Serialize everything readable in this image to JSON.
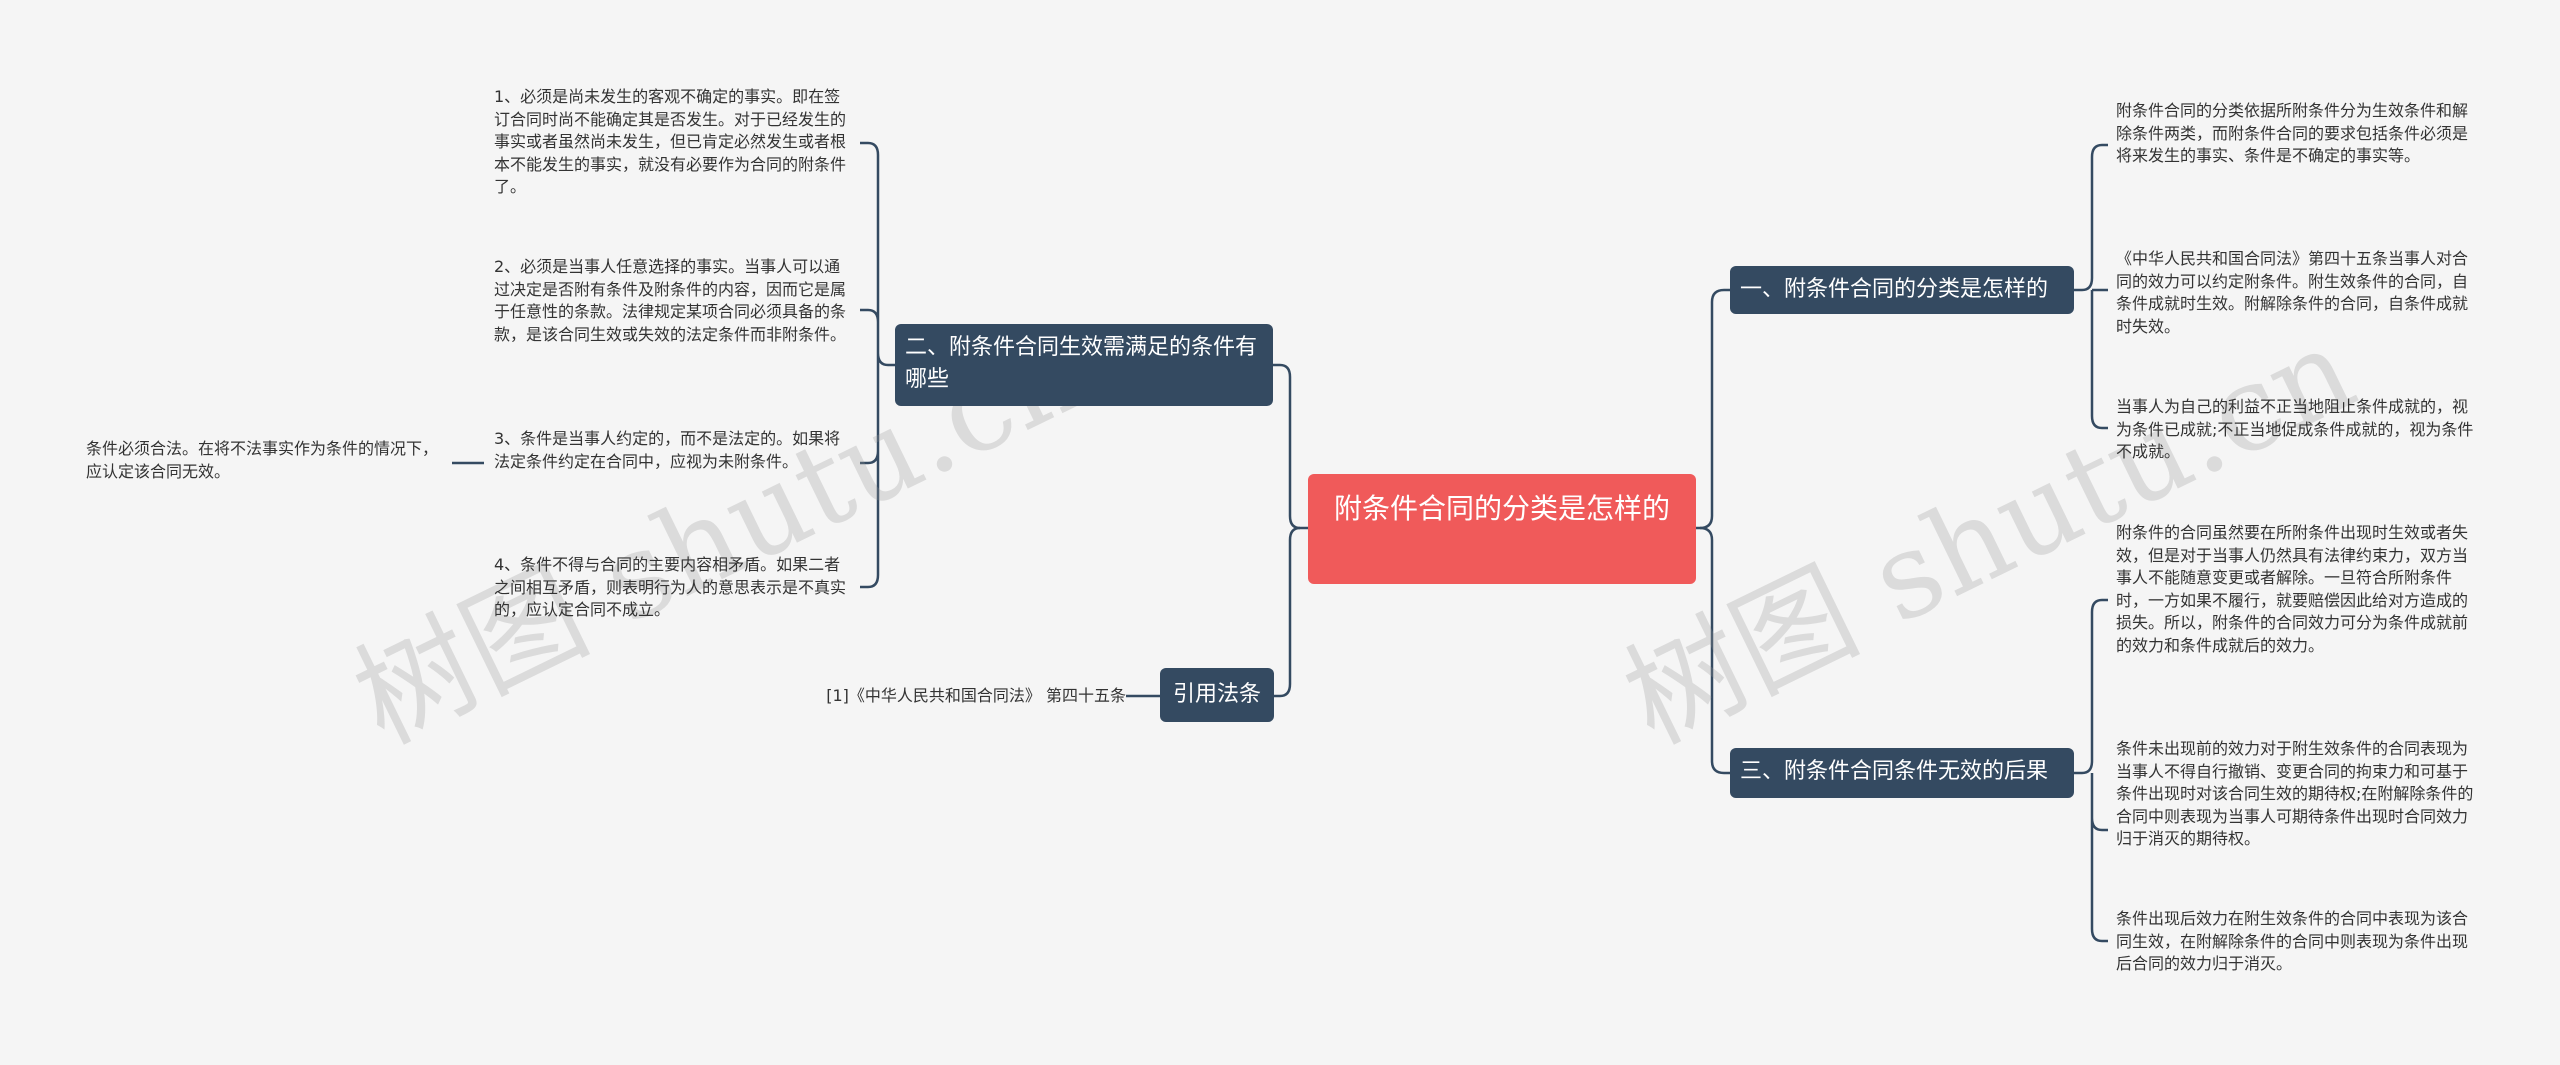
{
  "root": {
    "title": "附条件合同的分类是怎样的"
  },
  "branches": {
    "classification": {
      "label": "一、附条件合同的分类是怎样的",
      "notes": [
        "附条件合同的分类依据所附条件分为生效条件和解除条件两类，而附条件合同的要求包括条件必须是将来发生的事实、条件是不确定的事实等。",
        "《中华人民共和国合同法》第四十五条当事人对合同的效力可以约定附条件。附生效条件的合同，自条件成就时生效。附解除条件的合同，自条件成就时失效。",
        "当事人为自己的利益不正当地阻止条件成就的，视为条件已成就;不正当地促成条件成就的，视为条件不成就。"
      ]
    },
    "requirements": {
      "label": "二、附条件合同生效需满足的条件有哪些",
      "notes": [
        "1、必须是尚未发生的客观不确定的事实。即在签订合同时尚不能确定其是否发生。对于已经发生的事实或者虽然尚未发生，但已肯定必然发生或者根本不能发生的事实，就没有必要作为合同的附条件了。",
        "2、必须是当事人任意选择的事实。当事人可以通过决定是否附有条件及附条件的内容，因而它是属于任意性的条款。法律规定某项合同必须具备的条款，是该合同生效或失效的法定条件而非附条件。",
        "3、条件是当事人约定的，而不是法定的。如果将法定条件约定在合同中，应视为未附条件。",
        "4、条件不得与合同的主要内容相矛盾。如果二者之间相互矛盾，则表明行为人的意思表示是不真实的，应认定合同不成立。"
      ],
      "sub_note": "条件必须合法。在将不法事实作为条件的情况下，应认定该合同无效。"
    },
    "consequences": {
      "label": "三、附条件合同条件无效的后果",
      "notes": [
        "附条件的合同虽然要在所附条件出现时生效或者失效，但是对于当事人仍然具有法律约束力，双方当事人不能随意变更或者解除。一旦符合所附条件时，一方如果不履行，就要赔偿因此给对方造成的损失。所以，附条件的合同效力可分为条件成就前的效力和条件成就后的效力。",
        "条件未出现前的效力对于附生效条件的合同表现为当事人不得自行撤销、变更合同的拘束力和可基于条件出现时对该合同生效的期待权;在附解除条件的合同中则表现为当事人可期待条件出现时合同效力归于消灭的期待权。",
        "条件出现后效力在附生效条件的合同中表现为该合同生效，在附解除条件的合同中则表现为条件出现后合同的效力归于消灭。"
      ]
    },
    "citation": {
      "label": "引用法条",
      "notes": [
        "[1]《中华人民共和国合同法》 第四十五条"
      ]
    }
  },
  "watermark": "树图 shutu.cn",
  "colors": {
    "root": "#f05a5a",
    "branch": "#344a61",
    "line": "#344a61",
    "background": "#f5f5f5"
  }
}
